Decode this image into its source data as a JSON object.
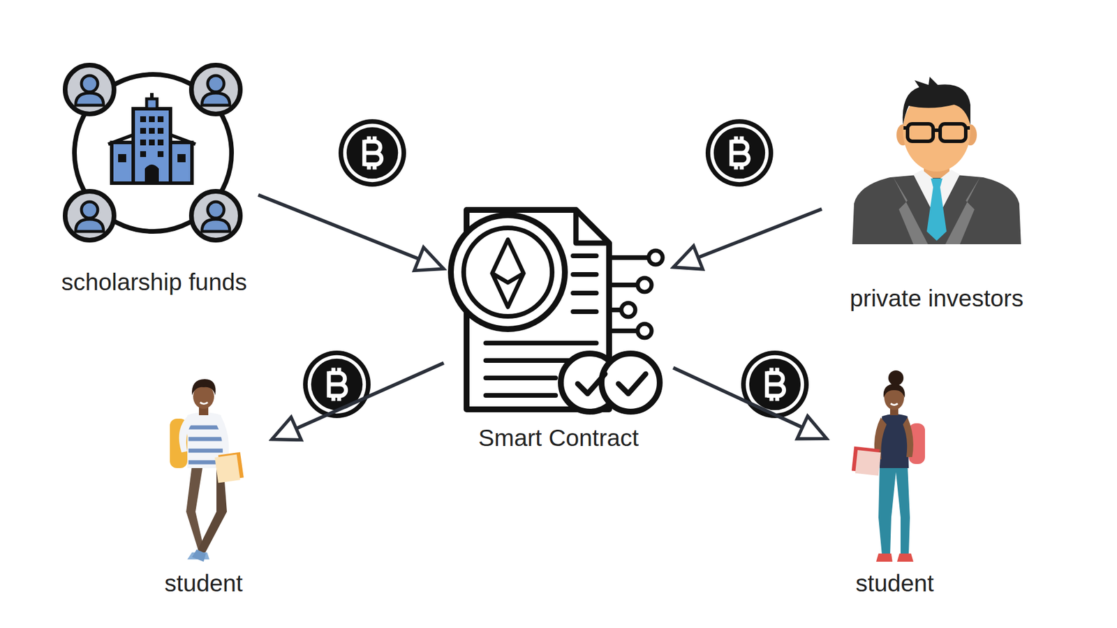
{
  "diagram": {
    "nodes": [
      {
        "text": [
          "scholarship funds"
        ]
      },
      {
        "text": [
          "private investors"
        ]
      },
      {
        "text": [
          "Smart Contract"
        ]
      },
      {
        "text": [
          "student"
        ]
      },
      {
        "text": [
          "student"
        ]
      }
    ],
    "edges": [
      {
        "from": 0,
        "to": 2,
        "arrow": "to"
      },
      {
        "from": 1,
        "to": 2,
        "arrow": "to"
      },
      {
        "from": 2,
        "to": 3,
        "arrow": "to"
      },
      {
        "from": 2,
        "to": 4,
        "arrow": "to"
      }
    ]
  }
}
